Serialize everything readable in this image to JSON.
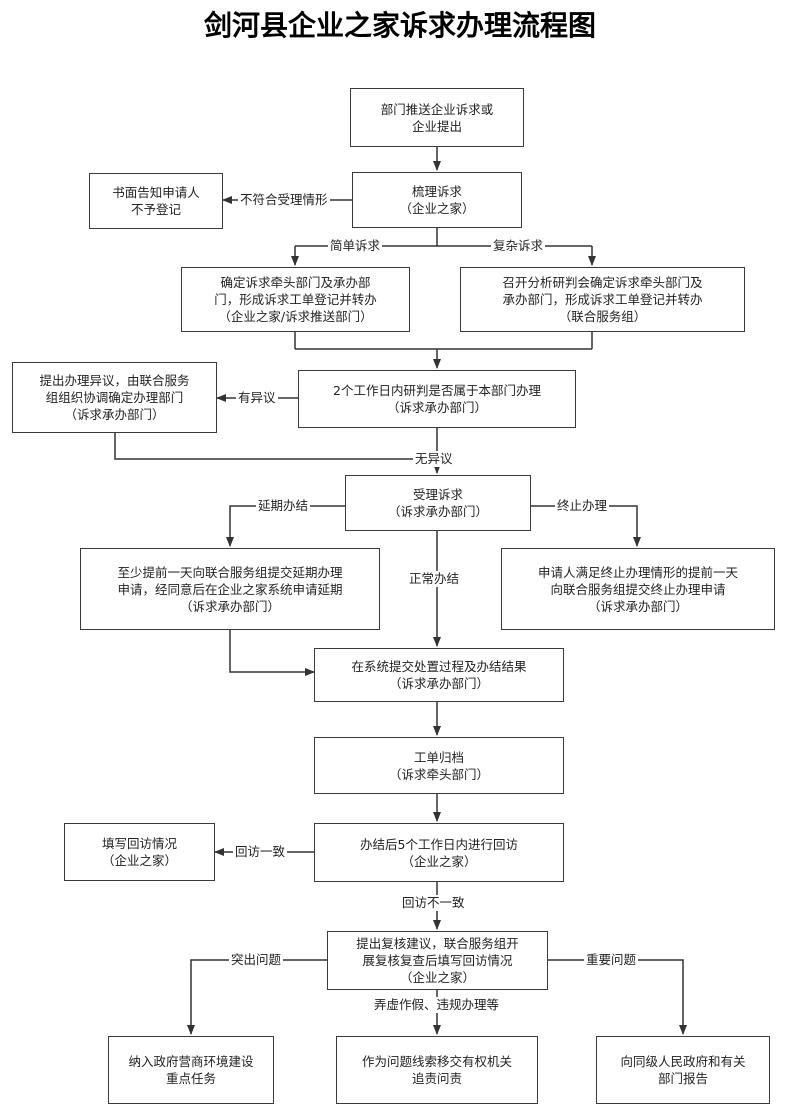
{
  "title": "剑河县企业之家诉求办理流程图",
  "nodes": {
    "start": [
      "部门推送企业诉求或",
      "企业提出"
    ],
    "sort": [
      "梳理诉求",
      "（企业之家）"
    ],
    "reject": [
      "书面告知申请人",
      "不予登记"
    ],
    "simple": [
      "确定诉求牵头部门及承办部",
      "门，形成诉求工单登记并转办",
      "（企业之家/诉求推送部门）"
    ],
    "complex": [
      "召开分析研判会确定诉求牵头部门及",
      "承办部门，形成诉求工单登记并转办",
      "（联合服务组）"
    ],
    "judge": [
      "2个工作日内研判是否属于本部门办理",
      "（诉求承办部门）"
    ],
    "objection": [
      "提出办理异议，由联合服务",
      "组组织协调确定办理部门",
      "（诉求承办部门）"
    ],
    "accept": [
      "受理诉求",
      "（诉求承办部门）"
    ],
    "extend": [
      "至少提前一天向联合服务组提交延期办理",
      "申请，经同意后在企业之家系统申请延期",
      "（诉求承办部门）"
    ],
    "terminate": [
      "申请人满足终止办理情形的提前一天",
      "向联合服务组提交终止办理申请",
      "（诉求承办部门）"
    ],
    "submit": [
      "在系统提交处置过程及办结结果",
      "（诉求承办部门）"
    ],
    "archive": [
      "工单归档",
      "（诉求牵头部门）"
    ],
    "visit": [
      "办结后5个工作日内进行回访",
      "（企业之家）"
    ],
    "record": [
      "填写回访情况",
      "（企业之家）"
    ],
    "review": [
      "提出复核建议，联合服务组开",
      "展复核复查后填写回访情况",
      "（企业之家）"
    ],
    "task": [
      "纳入政府营商环境建设",
      "重点任务"
    ],
    "clue": [
      "作为问题线索移交有权机关",
      "追责问责"
    ],
    "report": [
      "向同级人民政府和有关",
      "部门报告"
    ]
  },
  "labels": {
    "not_eligible": "不符合受理情形",
    "simple": "简单诉求",
    "complex": "复杂诉求",
    "has_objection": "有异议",
    "no_objection": "无异议",
    "extend": "延期办结",
    "normal": "正常办结",
    "terminate": "终止办理",
    "consistent": "回访一致",
    "inconsistent": "回访不一致",
    "prominent": "突出问题",
    "fraud": "弄虚作假、违规办理等",
    "important": "重要问题"
  }
}
